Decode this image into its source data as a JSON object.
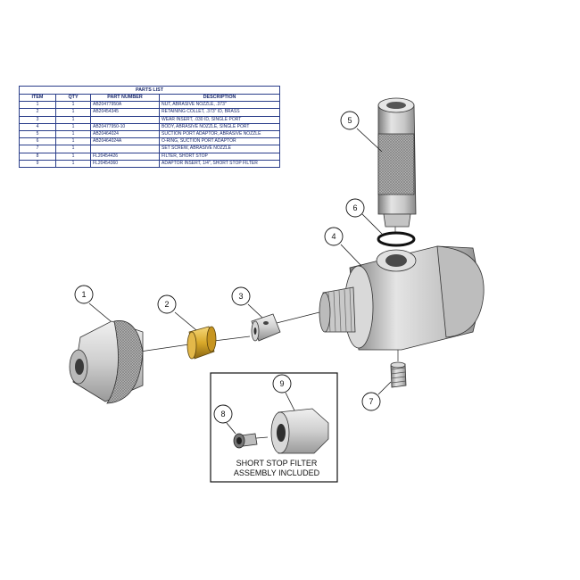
{
  "parts_list": {
    "title": "PARTS LIST",
    "headers": [
      "ITEM",
      "QTY",
      "PART NUMBER",
      "DESCRIPTION"
    ],
    "rows": [
      {
        "item": "1",
        "qty": "1",
        "part_number": "AB20477950A",
        "description": "NUT, ABRASIVE NOZZLE, .373\""
      },
      {
        "item": "2",
        "qty": "1",
        "part_number": "AB20454345",
        "description": "RETAINING COLLET, .373\" ID, BRASS"
      },
      {
        "item": "3",
        "qty": "1",
        "part_number": "",
        "description": "WEAR INSERT, .030 ID, SINGLE PORT"
      },
      {
        "item": "4",
        "qty": "1",
        "part_number": "AB20477950-10",
        "description": "BODY, ABRASIVE NOZZLE, SINGLE PORT"
      },
      {
        "item": "5",
        "qty": "1",
        "part_number": "AB20464024",
        "description": "SUCTION PORT ADAPTOR, ABRASIVE NOZZLE"
      },
      {
        "item": "6",
        "qty": "1",
        "part_number": "AB20464024A",
        "description": "O-RING, SUCTION PORT ADAPTOR"
      },
      {
        "item": "7",
        "qty": "1",
        "part_number": "",
        "description": "SET SCREW, ABRASIVE NOZZLE"
      },
      {
        "item": "8",
        "qty": "1",
        "part_number": "FL20454426",
        "description": "FILTER, SHORT STOP"
      },
      {
        "item": "9",
        "qty": "1",
        "part_number": "FL20454360",
        "description": "ADAPTOR INSERT, 1/4\", SHORT STOP FILTER"
      }
    ]
  },
  "callouts": [
    "1",
    "2",
    "3",
    "4",
    "5",
    "6",
    "7",
    "8",
    "9"
  ],
  "inset_caption": {
    "line1": "SHORT STOP FILTER",
    "line2": "ASSEMBLY INCLUDED"
  },
  "colors": {
    "table_ink": "#1a2a6c",
    "brass": "#d9a92a",
    "steel": "#c8c8c8"
  }
}
